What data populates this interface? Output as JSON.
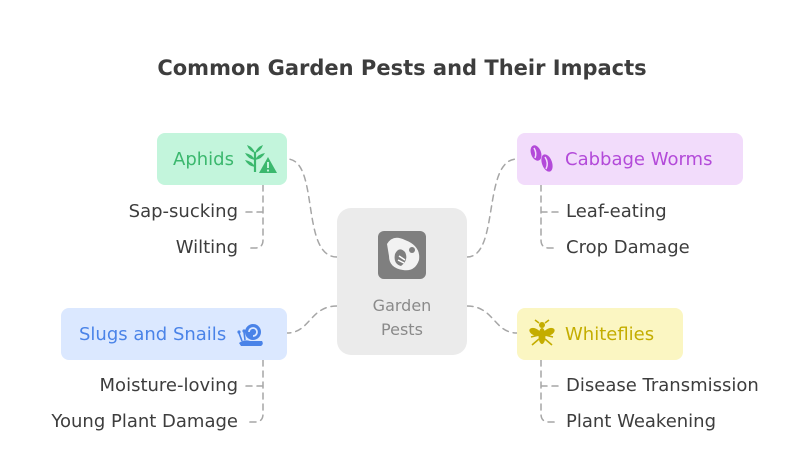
{
  "title": "Common Garden Pests and Their Impacts",
  "center": {
    "label": "Garden\nPests",
    "icon": "bug-icon"
  },
  "pests": {
    "aphids": {
      "label": "Aphids",
      "icon": "plant-warning-icon",
      "color": "#3bb86e",
      "fill": "#c3f5dc",
      "impacts": [
        "Sap-sucking",
        "Wilting"
      ]
    },
    "cabbage_worms": {
      "label": "Cabbage Worms",
      "icon": "worm-icon",
      "color": "#b34ad9",
      "fill": "#f2dcfb",
      "impacts": [
        "Leaf-eating",
        "Crop Damage"
      ]
    },
    "slugs_snails": {
      "label": "Slugs and Snails",
      "icon": "snail-icon",
      "color": "#4a83e8",
      "fill": "#dbe8ff",
      "impacts": [
        "Moisture-loving",
        "Young Plant Damage"
      ]
    },
    "whiteflies": {
      "label": "Whiteflies",
      "icon": "fly-icon",
      "color": "#c4ad00",
      "fill": "#fbf6c2",
      "impacts": [
        "Disease Transmission",
        "Plant Weakening"
      ]
    }
  }
}
